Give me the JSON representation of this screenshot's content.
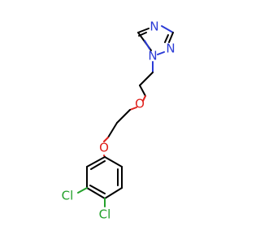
{
  "molecule": {
    "atoms": {
      "n_top": "N",
      "n_right": "N",
      "n_ring": "N",
      "o_upper": "O",
      "o_lower": "O",
      "cl_upper": "Cl",
      "cl_lower": "Cl"
    }
  },
  "colors": {
    "bond": "#000000",
    "nitrogen": "#2b3bd6",
    "oxygen": "#e0201b",
    "chlorine": "#23a12b",
    "background": "#ffffff"
  }
}
